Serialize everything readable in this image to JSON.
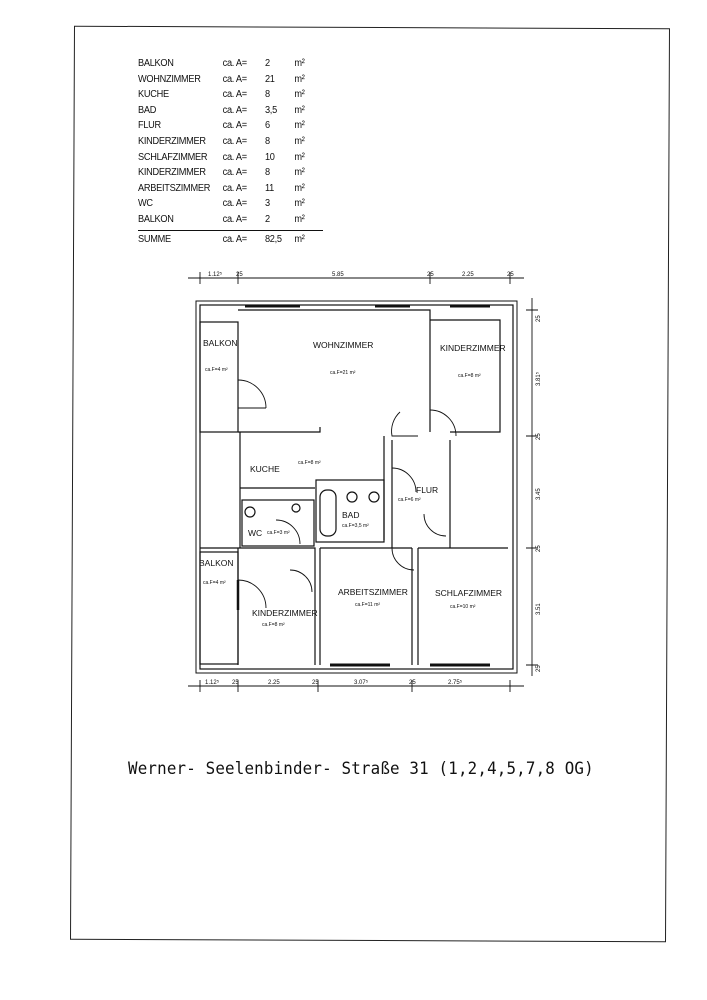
{
  "area_list": [
    {
      "name": "BALKON",
      "prefix": "ca. A=",
      "value": "2",
      "unit": "m²"
    },
    {
      "name": "WOHNZIMMER",
      "prefix": "ca. A=",
      "value": "21",
      "unit": "m²"
    },
    {
      "name": "KUCHE",
      "prefix": "ca. A=",
      "value": "8",
      "unit": "m²"
    },
    {
      "name": "BAD",
      "prefix": "ca. A=",
      "value": "3,5",
      "unit": "m²"
    },
    {
      "name": "FLUR",
      "prefix": "ca. A=",
      "value": "6",
      "unit": "m²"
    },
    {
      "name": "KINDERZIMMER",
      "prefix": "ca. A=",
      "value": "8",
      "unit": "m²"
    },
    {
      "name": "SCHLAFZIMMER",
      "prefix": "ca. A=",
      "value": "10",
      "unit": "m²"
    },
    {
      "name": "KINDERZIMMER",
      "prefix": "ca. A=",
      "value": "8",
      "unit": "m²"
    },
    {
      "name": "ARBEITSZIMMER",
      "prefix": "ca. A=",
      "value": "11",
      "unit": "m²"
    },
    {
      "name": "WC",
      "prefix": "ca. A=",
      "value": "3",
      "unit": "m²"
    },
    {
      "name": "BALKON",
      "prefix": "ca. A=",
      "value": "2",
      "unit": "m²"
    }
  ],
  "sum": {
    "name": "SUMME",
    "prefix": "ca. A=",
    "value": "82,5",
    "unit": "m²"
  },
  "plan": {
    "rooms": {
      "balkon_top": {
        "label": "BALKON",
        "area": "ca.F=4 m²"
      },
      "wohnzimmer": {
        "label": "WOHNZIMMER",
        "area": "ca.F=21 m²"
      },
      "kinderzimmer_top": {
        "label": "KINDERZIMMER",
        "area": "ca.F=8 m²"
      },
      "kuche": {
        "label": "KUCHE",
        "area": "ca.F=8 m²"
      },
      "flur": {
        "label": "FLUR",
        "area": "ca.F=6 m²"
      },
      "bad": {
        "label": "BAD",
        "area": "ca.F=3,5 m²"
      },
      "wc": {
        "label": "WC",
        "area": "ca.F=3 m²"
      },
      "balkon_bottom": {
        "label": "BALKON",
        "area": "ca.F=4 m²"
      },
      "arbeitszimmer": {
        "label": "ARBEITSZIMMER",
        "area": "ca.F=11 m²"
      },
      "schlafzimmer": {
        "label": "SCHLAFZIMMER",
        "area": "ca.F=10 m²"
      },
      "kinderzimmer_bottom": {
        "label": "KINDERZIMMER",
        "area": "ca.F=8 m²"
      }
    },
    "dims_top": [
      "1.12⁵",
      "25",
      "5.85",
      "25",
      "2.25",
      "25"
    ],
    "dims_bottom": [
      "1.12⁵",
      "25",
      "2.25",
      "25",
      "3.07⁵",
      "25",
      "2.75⁵"
    ],
    "dims_right": [
      "25",
      "3.81⁵",
      "25",
      "3.45",
      "25",
      "3.51",
      "25"
    ]
  },
  "address": "Werner- Seelenbinder- Straße 31 (1,2,4,5,7,8 OG)"
}
